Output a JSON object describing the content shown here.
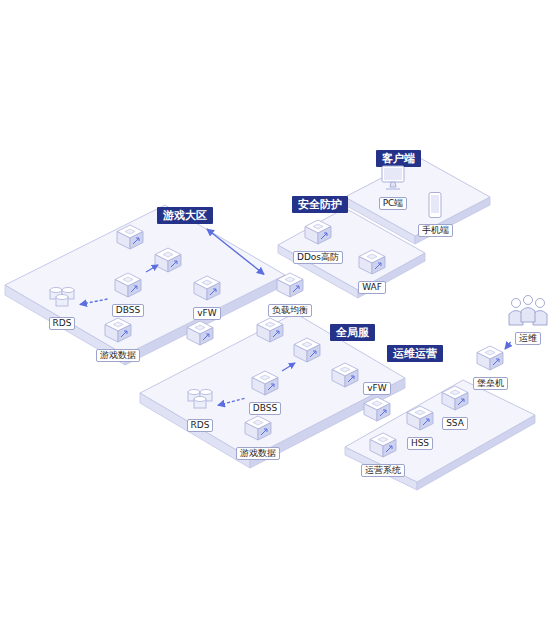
{
  "diagram": {
    "nodes": [
      {
        "text": [
          "客户端"
        ]
      },
      {
        "text": [
          "PC端"
        ],
        "in": 0
      },
      {
        "text": [
          "手机端"
        ],
        "in": 0
      },
      {
        "text": [
          "安全防护"
        ]
      },
      {
        "text": [
          "DDos高防"
        ],
        "in": 3
      },
      {
        "text": [
          "WAF"
        ],
        "in": 3
      },
      {
        "text": [
          "游戏大区"
        ]
      },
      {
        "text": [
          "RDS"
        ],
        "in": 6
      },
      {
        "text": [
          "DBSS"
        ],
        "in": 6
      },
      {
        "text": [
          "vFW"
        ],
        "in": 6
      },
      {
        "text": [
          "游戏数据"
        ],
        "in": 6
      },
      {
        "text": [
          "负载均衡"
        ]
      },
      {
        "text": [
          "全局服"
        ]
      },
      {
        "text": [
          "RDS"
        ],
        "in": 12
      },
      {
        "text": [
          "DBSS"
        ],
        "in": 12
      },
      {
        "text": [
          "游戏数据"
        ],
        "in": 12
      },
      {
        "text": [
          "vFW"
        ],
        "in": 12
      },
      {
        "text": [
          "运维运营"
        ]
      },
      {
        "text": [
          "堡垒机"
        ],
        "in": 17
      },
      {
        "text": [
          "SSA"
        ],
        "in": 17
      },
      {
        "text": [
          "HSS"
        ],
        "in": 17
      },
      {
        "text": [
          "运营系统"
        ],
        "in": 17
      },
      {
        "text": [
          "运维"
        ]
      }
    ],
    "edges": [
      {
        "from": 6,
        "to": 11,
        "arrow": "both"
      },
      {
        "from": 8,
        "to": 7,
        "arrow": "to"
      },
      {
        "from": 14,
        "to": 13,
        "arrow": "to"
      },
      {
        "from": 18,
        "to": 22,
        "arrow": "to"
      }
    ]
  }
}
